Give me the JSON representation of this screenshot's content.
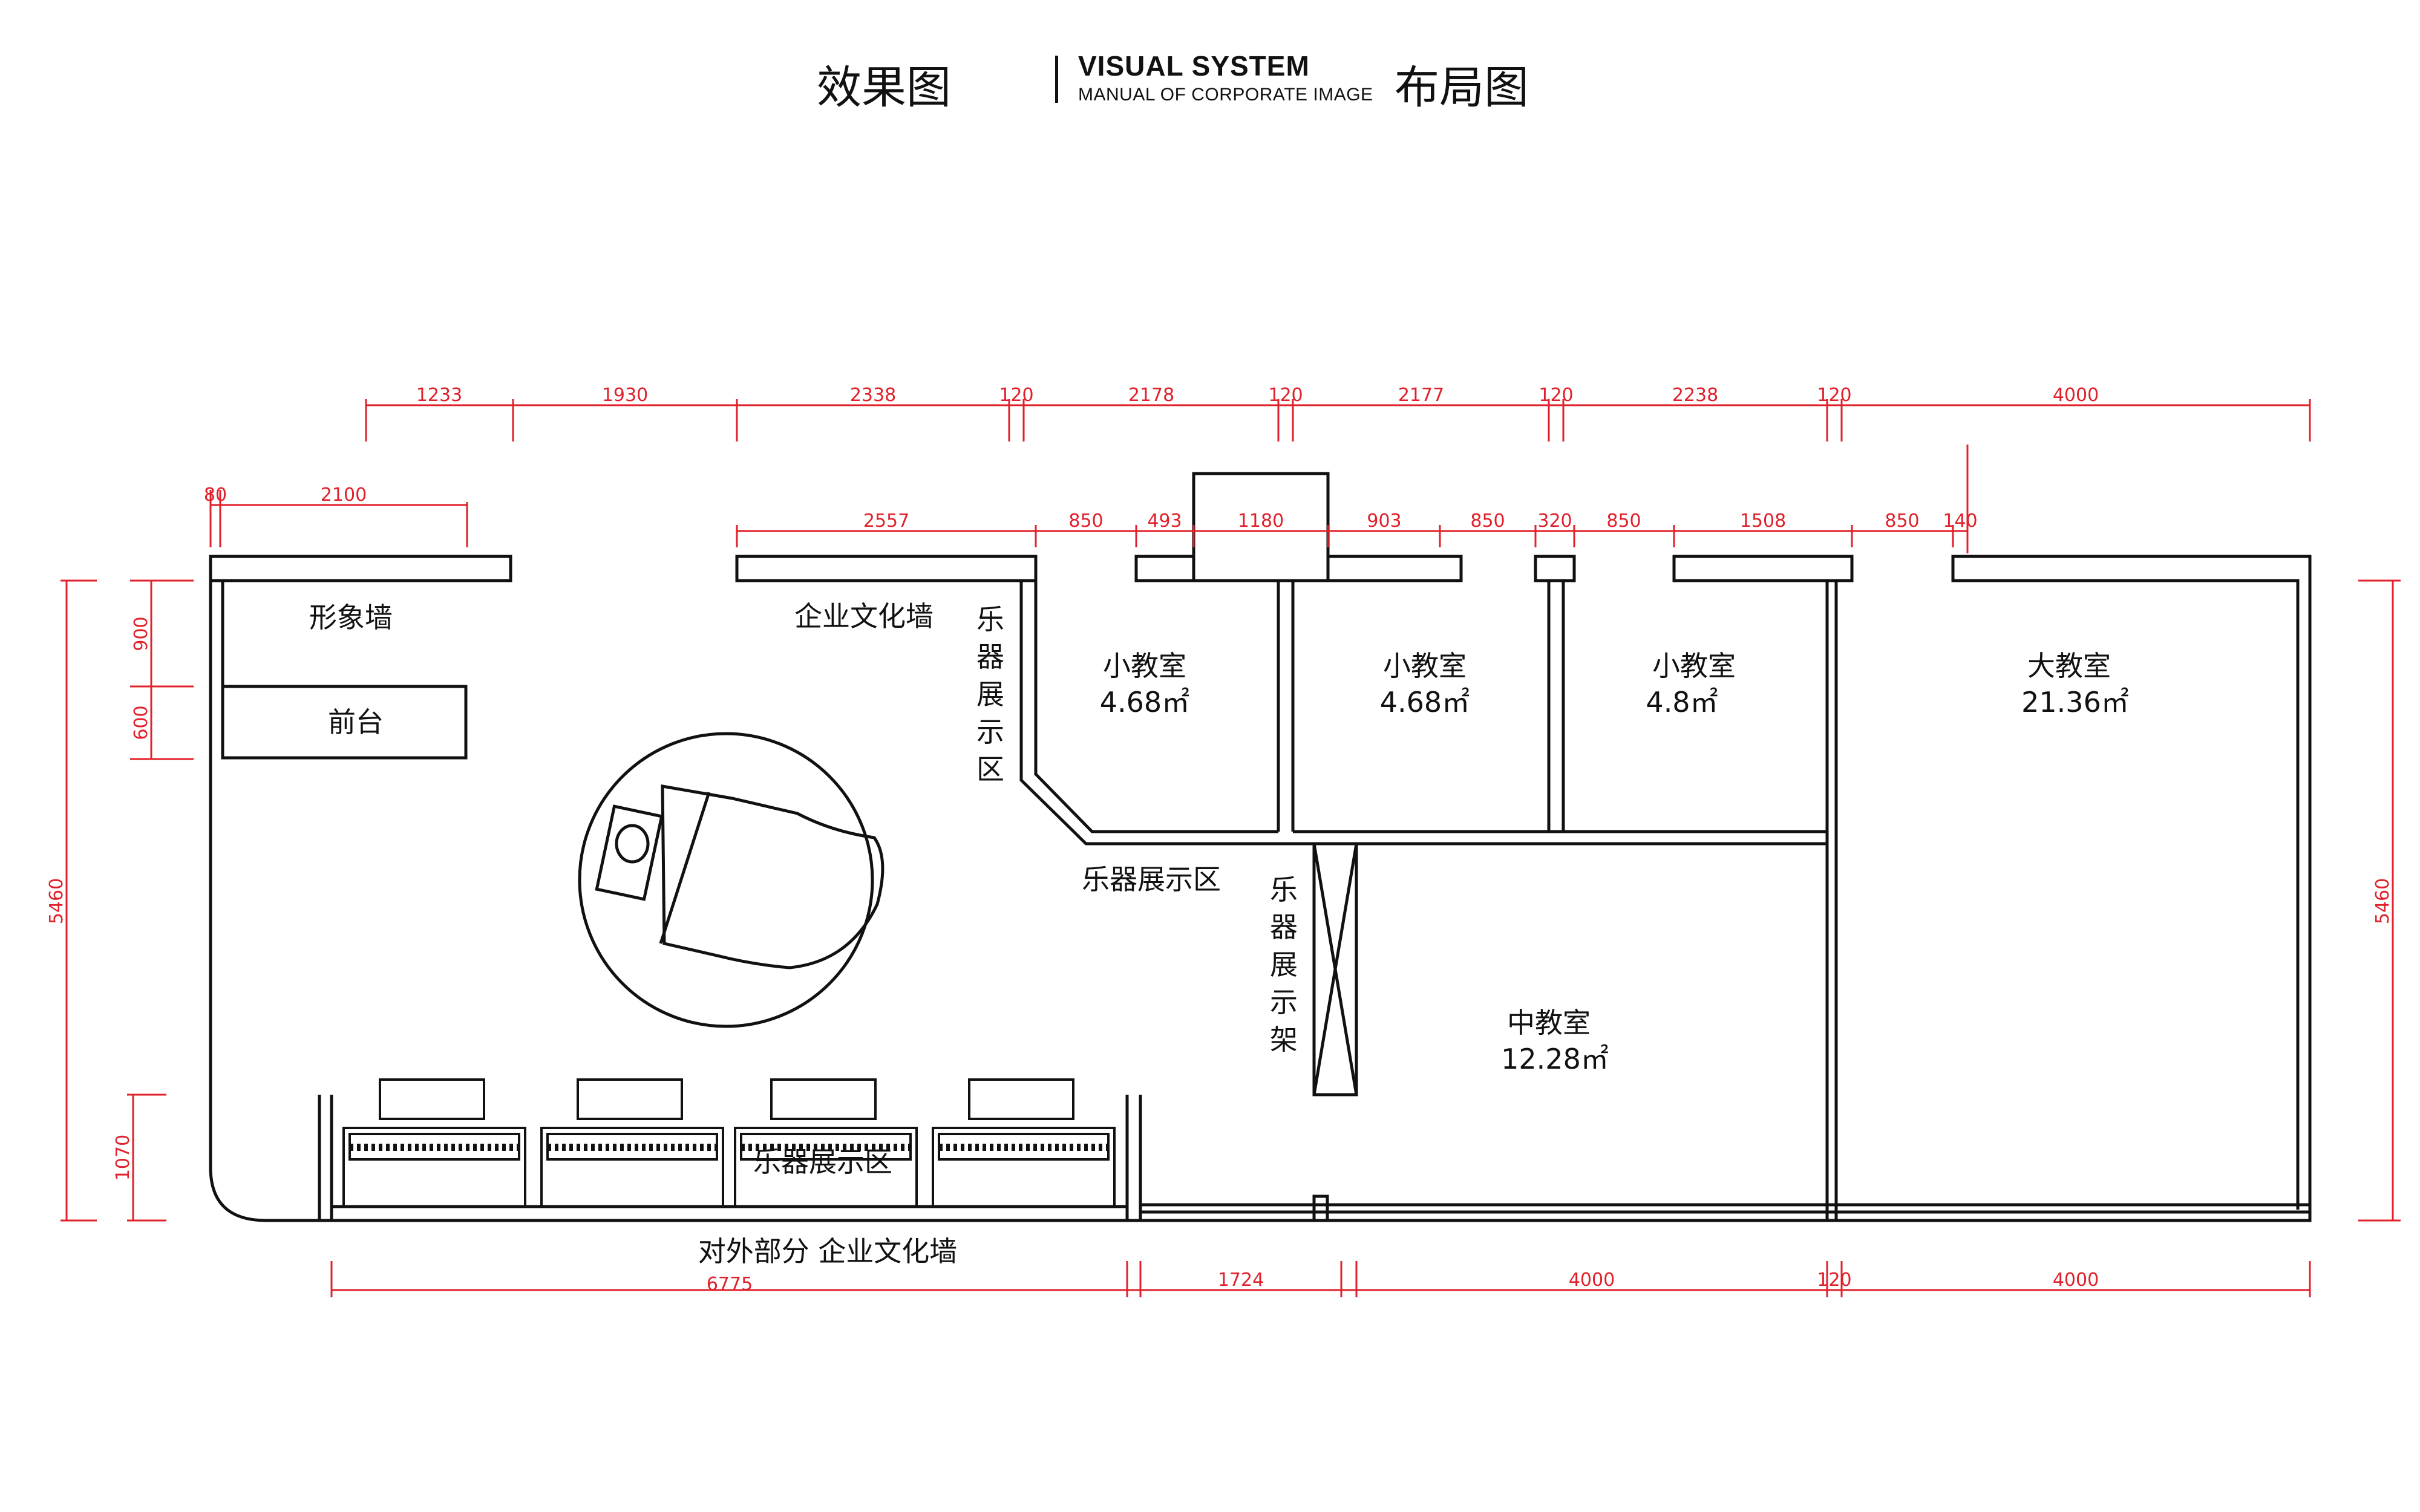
{
  "header": {
    "left_title": "效果图",
    "brand_title": "VISUAL SYSTEM",
    "brand_subtitle": "MANUAL OF CORPORATE IMAGE",
    "right_title": "布局图"
  },
  "colors": {
    "walls": "#111111",
    "dimensions": "#e0202a",
    "background": "#ffffff"
  },
  "rooms": [
    {
      "id": "small-1",
      "name": "小教室",
      "area": "4.68㎡"
    },
    {
      "id": "small-2",
      "name": "小教室",
      "area": "4.68㎡"
    },
    {
      "id": "small-3",
      "name": "小教室",
      "area": "4.8㎡"
    },
    {
      "id": "large",
      "name": "大教室",
      "area": "21.36㎡"
    },
    {
      "id": "medium",
      "name": "中教室",
      "area": "12.28㎡"
    }
  ],
  "zones": {
    "image_wall": "形象墙",
    "reception": "前台",
    "culture_wall": "企业文化墙",
    "display_area": "乐器展示区",
    "display_area_vertical": "乐器展示区",
    "display_area_keyboards": "乐器展示区",
    "display_rack": "乐器展示架",
    "external_wall": "对外部分  企业文化墙"
  },
  "dimensions": {
    "top_row_1": [
      "1233",
      "1930",
      "2338",
      "120",
      "2178",
      "120",
      "2177",
      "120",
      "2238",
      "120",
      "4000"
    ],
    "top_row_2_left": [
      "80",
      "2100"
    ],
    "top_row_2_right": [
      "2557",
      "850",
      "493",
      "1180",
      "903",
      "850",
      "320",
      "850",
      "1508",
      "850",
      "140"
    ],
    "left_side": [
      "900",
      "600",
      "5460",
      "1070"
    ],
    "right_side": [
      "5460"
    ],
    "bottom": [
      "6775",
      "1724",
      "4000",
      "120",
      "4000"
    ]
  }
}
